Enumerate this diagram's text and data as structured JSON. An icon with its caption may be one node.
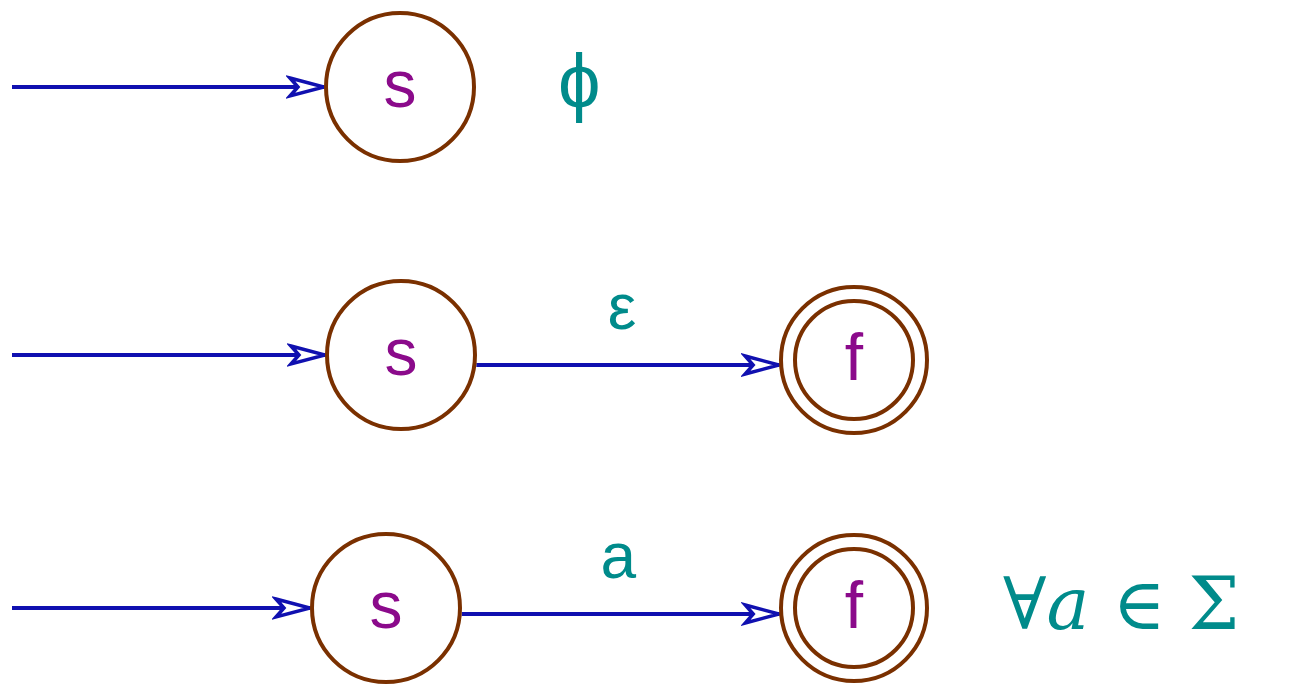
{
  "diagram": {
    "nodes": [
      {
        "text": [
          "s"
        ],
        "beside": [
          "ϕ"
        ]
      },
      {
        "text": [
          "s"
        ]
      },
      {
        "text": [
          "f"
        ]
      },
      {
        "text": [
          "s"
        ]
      },
      {
        "text": [
          "f"
        ]
      }
    ],
    "edges": [
      {
        "from": null,
        "to": 0,
        "arrow": "to"
      },
      {
        "from": null,
        "to": 1,
        "arrow": "to"
      },
      {
        "from": 1,
        "to": 2,
        "arrow": "to",
        "label": "ε"
      },
      {
        "from": null,
        "to": 3,
        "arrow": "to"
      },
      {
        "from": 3,
        "to": 4,
        "arrow": "to",
        "label": "a"
      }
    ],
    "labels": [
      "∀*a* ∈ Σ"
    ]
  }
}
